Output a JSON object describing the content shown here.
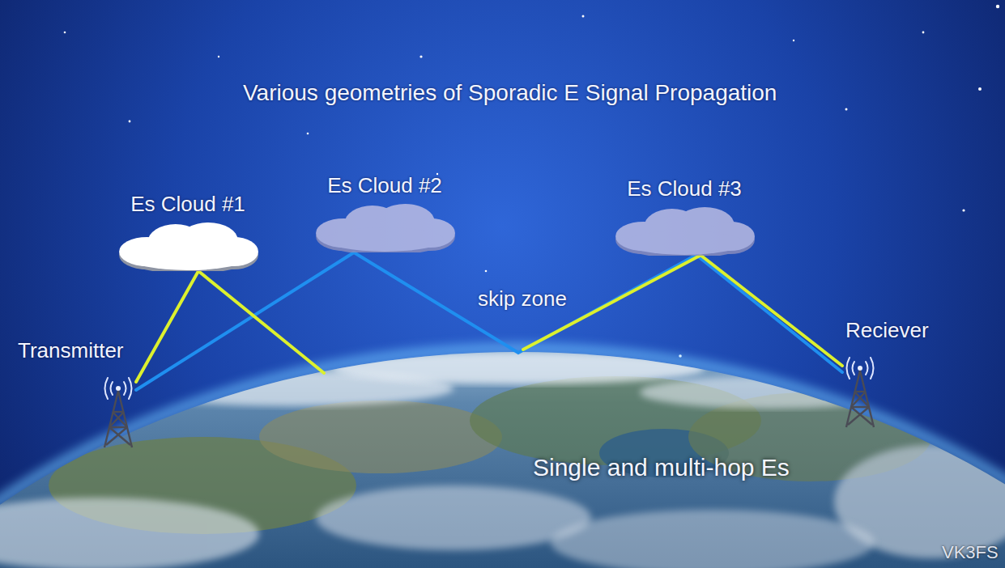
{
  "diagram": {
    "title": "Various geometries of Sporadic E Signal Propagation",
    "nodes": [
      {
        "text": [
          "Es Cloud #1"
        ]
      },
      {
        "text": [
          "Es Cloud #2"
        ]
      },
      {
        "text": [
          "Es Cloud #3"
        ]
      },
      {
        "text": [
          "Transmitter"
        ]
      },
      {
        "text": [
          "Reciever"
        ]
      }
    ],
    "edges": [
      {
        "from": 3,
        "to": 0,
        "arrow": "none"
      },
      {
        "from": 3,
        "to": 1,
        "arrow": "none"
      },
      {
        "from": 1,
        "to": 2,
        "arrow": "none"
      },
      {
        "from": 2,
        "to": 4,
        "arrow": "none"
      },
      {
        "from": 2,
        "to": 4,
        "arrow": "none"
      }
    ],
    "labels": [
      "skip zone",
      "Single and multi-hop Es",
      "VK3FS"
    ]
  }
}
